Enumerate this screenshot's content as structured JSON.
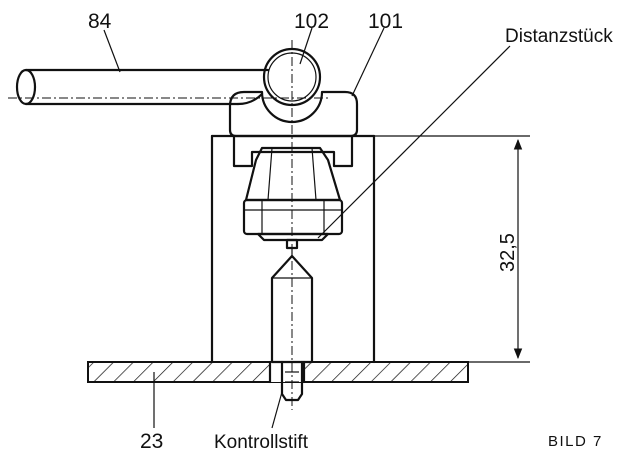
{
  "labels": {
    "part_84": "84",
    "part_102": "102",
    "part_101": "101",
    "spacer": "Distanzstück",
    "dimension": "32,5",
    "part_23": "23",
    "control_pin": "Kontrollstift",
    "figure": "BILD 7"
  }
}
